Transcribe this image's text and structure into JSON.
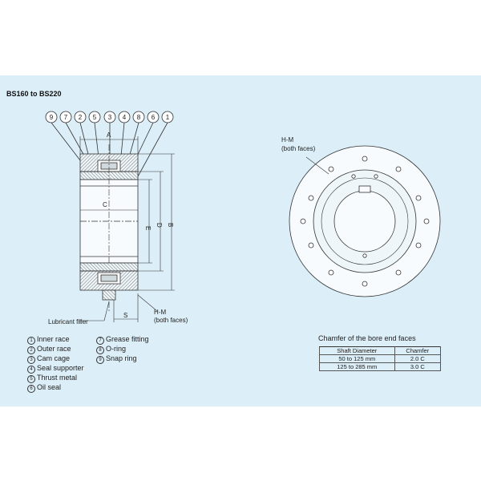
{
  "heading": "BS160 to BS220",
  "balloons": [
    "9",
    "7",
    "2",
    "5",
    "3",
    "4",
    "8",
    "6",
    "1"
  ],
  "dims": {
    "A": "A",
    "B": "B",
    "C": "C",
    "D": "D",
    "E": "E",
    "S": "S"
  },
  "labels": {
    "lubricant_filler": "Lubricant filler",
    "hm_section_1": "H-M",
    "hm_section_2": "(both faces)",
    "hm_face_1": "H-M",
    "hm_face_2": "(both faces)"
  },
  "legend_col1": [
    {
      "num": "1",
      "text": "Inner race"
    },
    {
      "num": "2",
      "text": "Outer race"
    },
    {
      "num": "3",
      "text": "Cam cage"
    },
    {
      "num": "4",
      "text": "Seal supporter"
    },
    {
      "num": "5",
      "text": "Thrust metal"
    },
    {
      "num": "6",
      "text": "Oil seal"
    }
  ],
  "legend_col2": [
    {
      "num": "7",
      "text": "Grease fitting"
    },
    {
      "num": "8",
      "text": "O-ring"
    },
    {
      "num": "9",
      "text": "Snap ring"
    }
  ],
  "chamfer_table": {
    "title": "Chamfer of the bore end faces",
    "headers": [
      "Shaft Diameter",
      "Chamfer"
    ],
    "rows": [
      [
        "50 to 125 mm",
        "2.0 C"
      ],
      [
        "125 to 285 mm",
        "3.0 C"
      ]
    ]
  },
  "colors": {
    "background": "#dceef7",
    "line": "#333333",
    "hatch": "#555555"
  }
}
